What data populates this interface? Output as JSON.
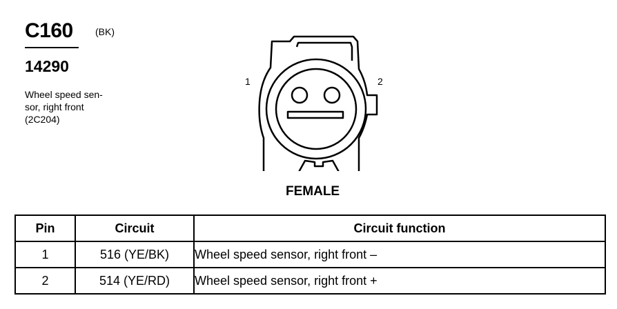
{
  "connector": {
    "id": "C160",
    "color": "(BK)",
    "part_number": "14290",
    "description_lines": [
      "Wheel speed sen-",
      "sor, right front",
      "(2C204)"
    ],
    "gender": "FEMALE",
    "pin_labels": [
      "1",
      "2"
    ]
  },
  "table": {
    "headers": [
      "Pin",
      "Circuit",
      "Circuit function"
    ],
    "rows": [
      {
        "pin": "1",
        "circuit": "516 (YE/BK)",
        "function": "Wheel speed sensor, right front  –"
      },
      {
        "pin": "2",
        "circuit": "514 (YE/RD)",
        "function": "Wheel speed sensor, right front  +"
      }
    ]
  }
}
